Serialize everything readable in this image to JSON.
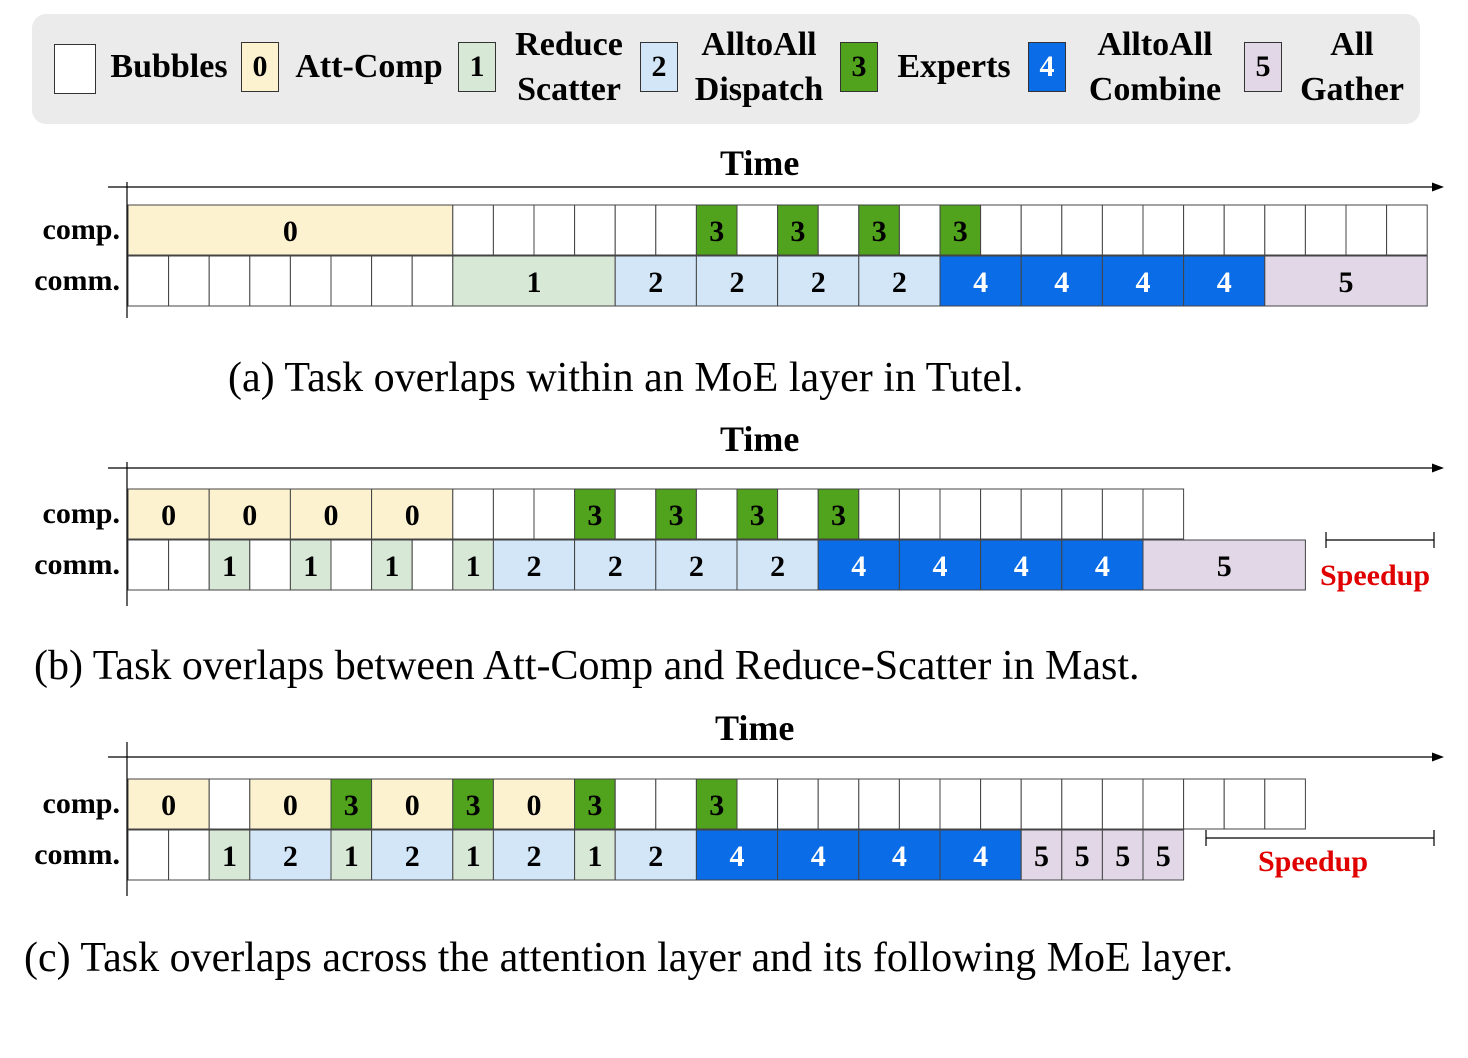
{
  "legend": {
    "items": [
      {
        "num": "",
        "label_lines": [
          "Bubbles"
        ],
        "color": "#ffffff"
      },
      {
        "num": "0",
        "label_lines": [
          "Att-Comp"
        ],
        "color": "#fdf2d0"
      },
      {
        "num": "1",
        "label_lines": [
          "Reduce",
          "Scatter"
        ],
        "color": "#d8e8d6"
      },
      {
        "num": "2",
        "label_lines": [
          "AlltoAll",
          "Dispatch"
        ],
        "color": "#d2e6f8"
      },
      {
        "num": "3",
        "label_lines": [
          "Experts"
        ],
        "color": "#51a21d"
      },
      {
        "num": "4",
        "label_lines": [
          "AlltoAll",
          "Combine"
        ],
        "color": "#0a6ce6"
      },
      {
        "num": "5",
        "label_lines": [
          "All",
          "Gather"
        ],
        "color": "#e1d7e6"
      }
    ]
  },
  "axis_label": "Time",
  "row_labels": {
    "comp": "comp.",
    "comm": "comm."
  },
  "speedup_label": "Speedup",
  "panels": [
    {
      "caption": "(a) Task overlaps within an MoE layer in Tutel.",
      "comp": [
        [
          8,
          "0"
        ],
        [
          1,
          ""
        ],
        [
          1,
          ""
        ],
        [
          1,
          ""
        ],
        [
          1,
          ""
        ],
        [
          1,
          ""
        ],
        [
          1,
          ""
        ],
        [
          1,
          "3"
        ],
        [
          1,
          ""
        ],
        [
          1,
          "3"
        ],
        [
          1,
          ""
        ],
        [
          1,
          "3"
        ],
        [
          1,
          ""
        ],
        [
          1,
          "3"
        ],
        [
          1,
          ""
        ],
        [
          1,
          ""
        ],
        [
          1,
          ""
        ],
        [
          1,
          ""
        ],
        [
          1,
          ""
        ],
        [
          1,
          ""
        ],
        [
          1,
          ""
        ],
        [
          1,
          ""
        ],
        [
          1,
          ""
        ],
        [
          1,
          ""
        ],
        [
          1,
          ""
        ]
      ],
      "comm": [
        [
          1,
          ""
        ],
        [
          1,
          ""
        ],
        [
          1,
          ""
        ],
        [
          1,
          ""
        ],
        [
          1,
          ""
        ],
        [
          1,
          ""
        ],
        [
          1,
          ""
        ],
        [
          1,
          ""
        ],
        [
          4,
          "1"
        ],
        [
          2,
          "2"
        ],
        [
          2,
          "2"
        ],
        [
          2,
          "2"
        ],
        [
          2,
          "2"
        ],
        [
          2,
          "4"
        ],
        [
          2,
          "4"
        ],
        [
          2,
          "4"
        ],
        [
          2,
          "4"
        ],
        [
          4,
          "5"
        ]
      ],
      "speedup": false
    },
    {
      "caption": "(b) Task overlaps between Att-Comp and Reduce-Scatter in Mast.",
      "comp": [
        [
          2,
          "0"
        ],
        [
          2,
          "0"
        ],
        [
          2,
          "0"
        ],
        [
          2,
          "0"
        ],
        [
          1,
          ""
        ],
        [
          1,
          ""
        ],
        [
          1,
          ""
        ],
        [
          1,
          "3"
        ],
        [
          1,
          ""
        ],
        [
          1,
          "3"
        ],
        [
          1,
          ""
        ],
        [
          1,
          "3"
        ],
        [
          1,
          ""
        ],
        [
          1,
          "3"
        ],
        [
          1,
          ""
        ],
        [
          1,
          ""
        ],
        [
          1,
          ""
        ],
        [
          1,
          ""
        ],
        [
          1,
          ""
        ],
        [
          1,
          ""
        ],
        [
          1,
          ""
        ],
        [
          1,
          ""
        ]
      ],
      "comm": [
        [
          1,
          ""
        ],
        [
          1,
          ""
        ],
        [
          1,
          "1"
        ],
        [
          1,
          ""
        ],
        [
          1,
          "1"
        ],
        [
          1,
          ""
        ],
        [
          1,
          "1"
        ],
        [
          1,
          ""
        ],
        [
          1,
          "1"
        ],
        [
          2,
          "2"
        ],
        [
          2,
          "2"
        ],
        [
          2,
          "2"
        ],
        [
          2,
          "2"
        ],
        [
          2,
          "4"
        ],
        [
          2,
          "4"
        ],
        [
          2,
          "4"
        ],
        [
          2,
          "4"
        ],
        [
          4,
          "5"
        ]
      ],
      "speedup": true
    },
    {
      "caption": "(c) Task overlaps across the attention layer and its following MoE layer.",
      "comp": [
        [
          2,
          "0"
        ],
        [
          1,
          ""
        ],
        [
          2,
          "0"
        ],
        [
          1,
          "3"
        ],
        [
          2,
          "0"
        ],
        [
          1,
          "3"
        ],
        [
          2,
          "0"
        ],
        [
          1,
          "3"
        ],
        [
          1,
          ""
        ],
        [
          1,
          ""
        ],
        [
          1,
          "3"
        ],
        [
          1,
          ""
        ],
        [
          1,
          ""
        ],
        [
          1,
          ""
        ],
        [
          1,
          ""
        ],
        [
          1,
          ""
        ],
        [
          1,
          ""
        ],
        [
          1,
          ""
        ],
        [
          1,
          ""
        ],
        [
          1,
          ""
        ],
        [
          1,
          ""
        ],
        [
          1,
          ""
        ],
        [
          1,
          ""
        ],
        [
          1,
          ""
        ],
        [
          1,
          ""
        ]
      ],
      "comm": [
        [
          1,
          ""
        ],
        [
          1,
          ""
        ],
        [
          1,
          "1"
        ],
        [
          2,
          "2"
        ],
        [
          1,
          "1"
        ],
        [
          2,
          "2"
        ],
        [
          1,
          "1"
        ],
        [
          2,
          "2"
        ],
        [
          1,
          "1"
        ],
        [
          2,
          "2"
        ],
        [
          2,
          "4"
        ],
        [
          2,
          "4"
        ],
        [
          2,
          "4"
        ],
        [
          2,
          "4"
        ],
        [
          1,
          "5"
        ],
        [
          1,
          "5"
        ],
        [
          1,
          "5"
        ],
        [
          1,
          "5"
        ]
      ],
      "speedup": true
    }
  ]
}
